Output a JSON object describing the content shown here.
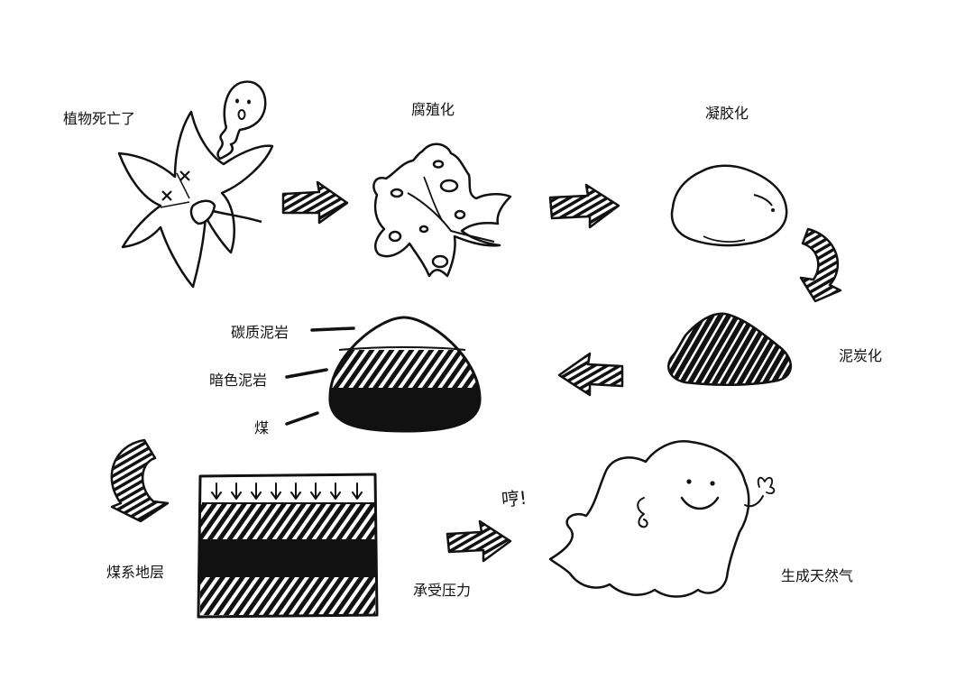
{
  "steps": {
    "plant_death": "植物死亡了",
    "humification": "腐殖化",
    "gelification": "凝胶化",
    "peatification": "泥炭化",
    "coal_measure_strata": "煤系地层",
    "under_pressure": "承受压力",
    "generate_gas": "生成天然气"
  },
  "layers": {
    "carbonaceous_mudstone": "碳质泥岩",
    "dark_mudstone": "暗色泥岩",
    "coal": "煤"
  },
  "exclamation": "哼!",
  "colors": {
    "ink": "#111111",
    "paper": "#ffffff"
  }
}
